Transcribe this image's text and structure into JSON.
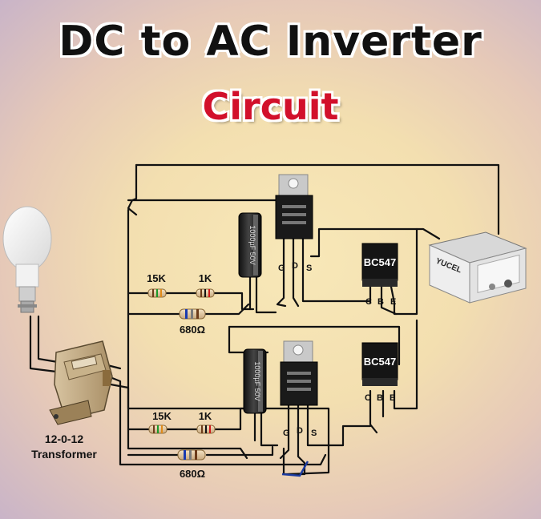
{
  "title": "DC to AC Inverter",
  "subtitle": "Circuit",
  "components": {
    "upper_r1": "15K",
    "upper_r2": "1K",
    "upper_r3": "680Ω",
    "lower_r1": "15K",
    "lower_r2": "1K",
    "lower_r3": "680Ω",
    "upper_transistor": "BC547",
    "lower_transistor": "BC547",
    "bjt_pins": {
      "c": "C",
      "b": "B",
      "e": "E"
    },
    "mosfet_pins": {
      "g": "G",
      "d": "D",
      "s": "S"
    },
    "capacitor_text": "1000µF 50V",
    "battery_brand": "YUCEL",
    "transformer_line1": "12-0-12",
    "transformer_line2": "Transformer"
  },
  "colors": {
    "title": "#111111",
    "subtitle": "#d2102b",
    "wire": "#111111",
    "mosfet": "#1a1a1a",
    "battery": "#e9e9e9"
  },
  "icons": [
    "bulb-icon",
    "transformer-icon",
    "battery-icon",
    "mosfet-icon",
    "transistor-icon",
    "capacitor-icon",
    "resistor-icon"
  ]
}
